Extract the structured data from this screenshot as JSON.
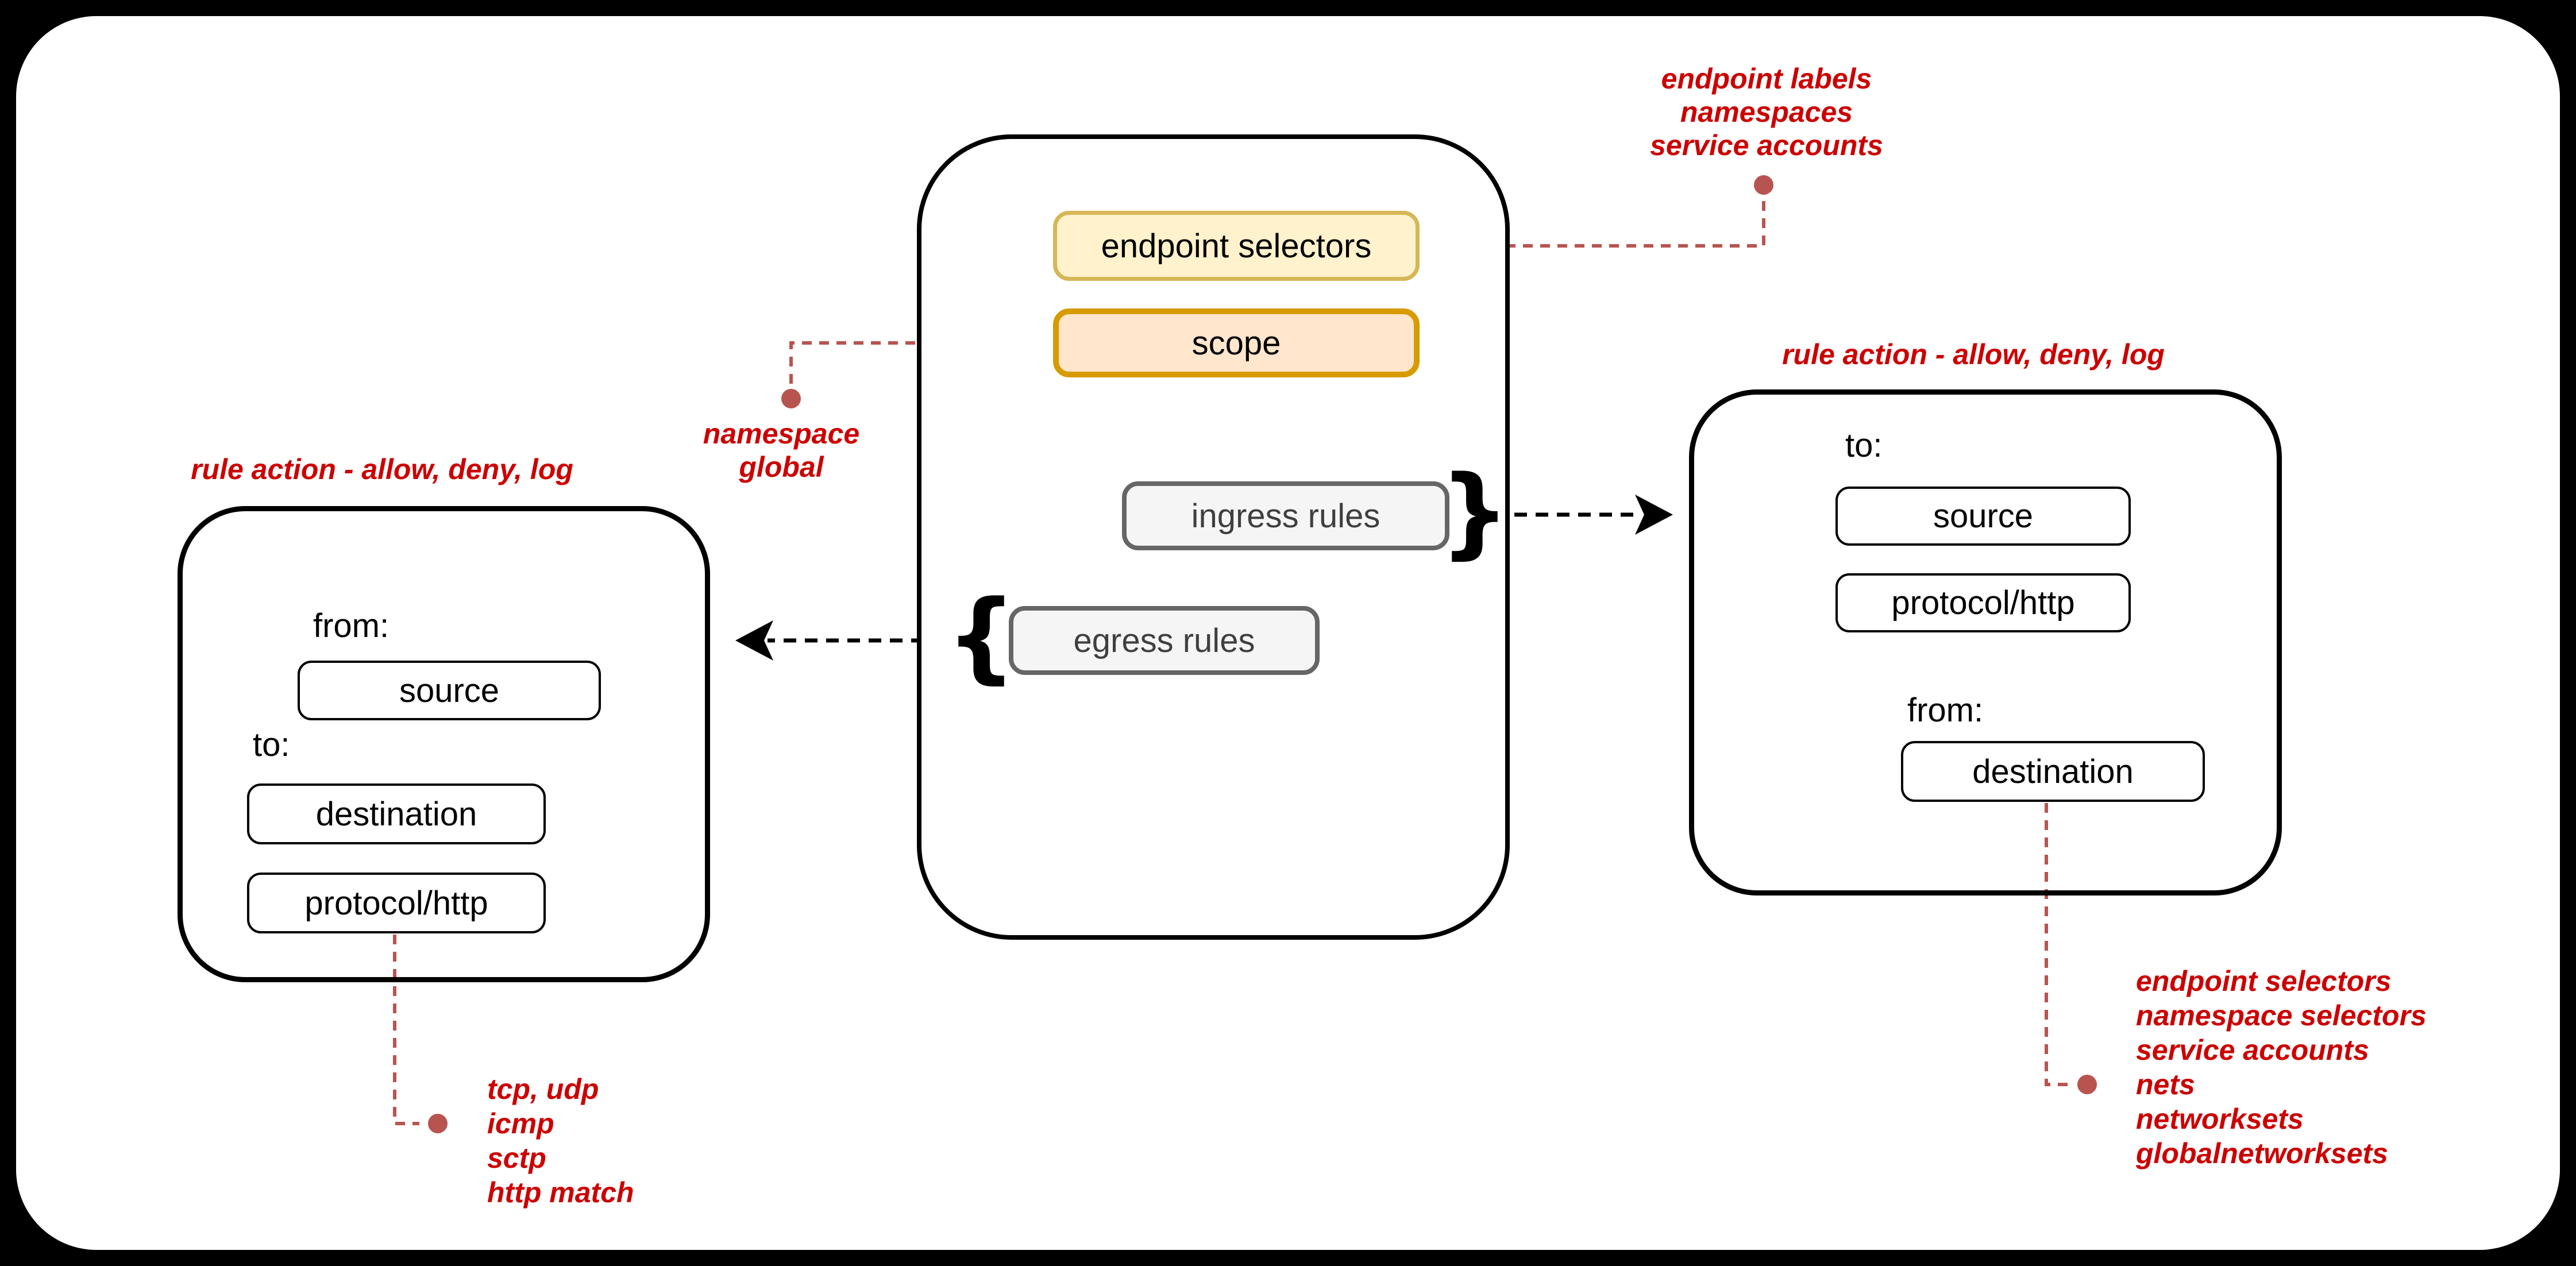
{
  "colors": {
    "background": "#000000",
    "canvas": "#ffffff",
    "annotation_text": "#CC0000",
    "connector_red": "#B85450",
    "line_black": "#000000",
    "yellow_fill": "#FFF2CC",
    "yellow_border": "#D6B656",
    "orange_fill": "#FFE6CC",
    "orange_border": "#D79B00",
    "gray_fill": "#F5F5F5",
    "gray_border": "#666666"
  },
  "policy_panel": {
    "endpoint_selectors": "endpoint selectors",
    "scope": "scope",
    "ingress_rules": "ingress rules",
    "egress_rules": "egress rules",
    "ingress_brace": "}",
    "egress_brace": "{"
  },
  "egress_rule_box": {
    "title": "rule action - allow, deny, log",
    "from_label": "from:",
    "source": "source",
    "to_label": "to:",
    "destination": "destination",
    "protocol": "protocol/http"
  },
  "ingress_rule_box": {
    "title": "rule action - allow, deny, log",
    "to_label": "to:",
    "source": "source",
    "protocol": "protocol/http",
    "from_label": "from:",
    "destination": "destination"
  },
  "annotations": {
    "endpoint_selectors_note": [
      "endpoint labels",
      "namespaces",
      "service accounts"
    ],
    "scope_note": [
      "namespace",
      "global"
    ],
    "protocol_note": [
      "tcp, udp",
      "icmp",
      "sctp",
      "http match"
    ],
    "destination_note": [
      "endpoint selectors",
      "namespace selectors",
      "service accounts",
      "nets",
      "networksets",
      "globalnetworksets"
    ]
  }
}
